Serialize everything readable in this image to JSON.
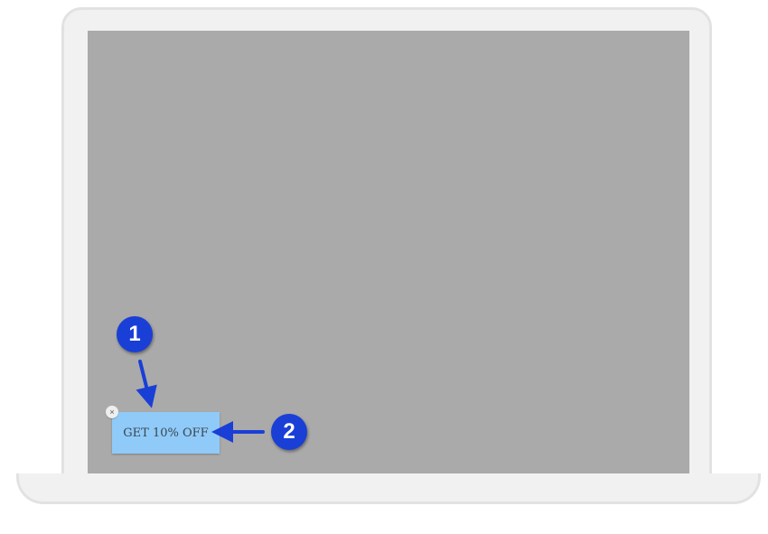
{
  "promo": {
    "label": "GET 10% OFF",
    "close_label": "×"
  },
  "annotations": [
    {
      "label": "1"
    },
    {
      "label": "2"
    }
  ],
  "colors": {
    "screen": "#aaaaaa",
    "promo_bg": "#90caf9",
    "annotation": "#1a3fd6"
  }
}
